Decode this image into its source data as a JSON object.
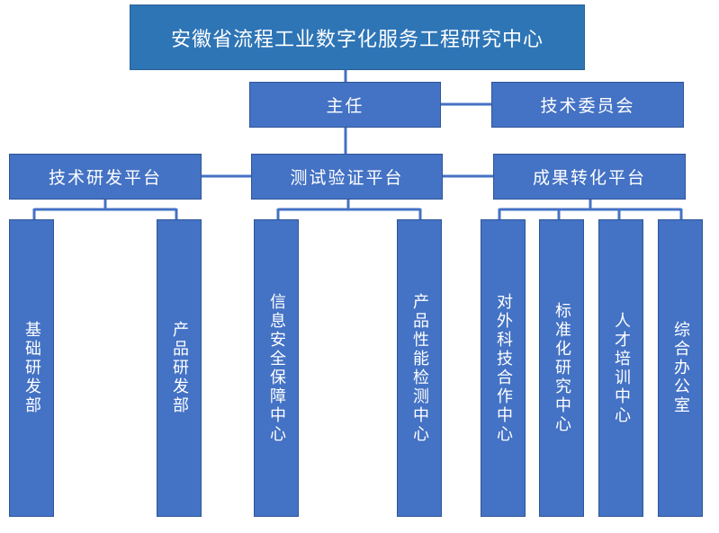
{
  "org_chart": {
    "root": "安徽省流程工业数字化服务工程研究中心",
    "director": "主任",
    "committee": "技术委员会",
    "platforms": [
      {
        "label": "技术研发平台",
        "units": [
          "基础研发部",
          "产品研发部"
        ]
      },
      {
        "label": "测试验证平台",
        "units": [
          "信息安全保障中心",
          "产品性能检测中心"
        ]
      },
      {
        "label": "成果转化平台",
        "units": [
          "对外科技合作中心",
          "标准化研究中心",
          "人才培训中心",
          "综合办公室"
        ]
      }
    ],
    "colors": {
      "root_fill": "#2e75b6",
      "node_fill": "#4472c4",
      "connector": "#4472c4",
      "text": "#ffffff"
    }
  }
}
